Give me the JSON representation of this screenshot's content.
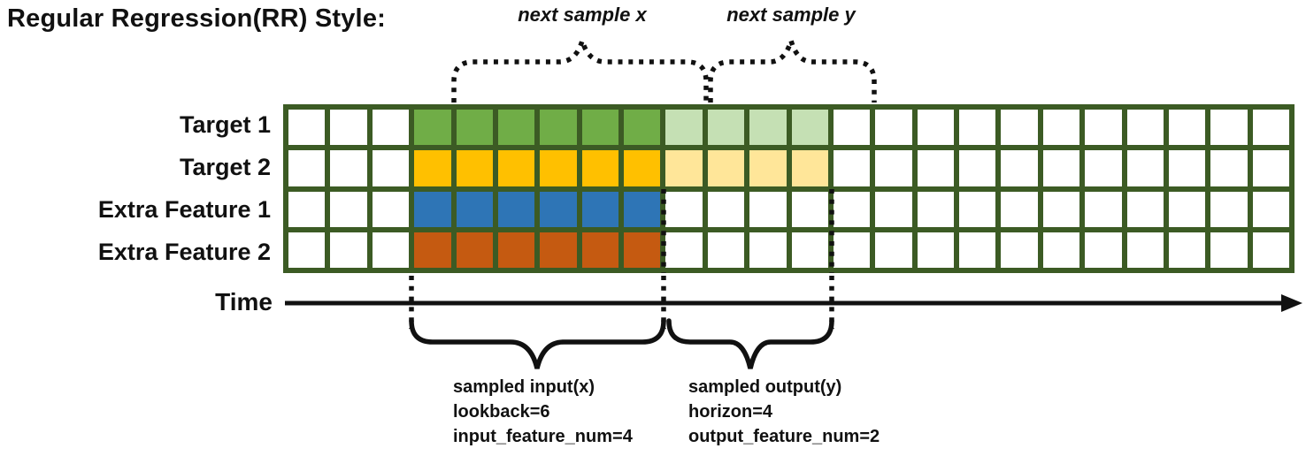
{
  "title": "Regular Regression(RR) Style:",
  "top_annotations": {
    "next_sample_x": "next sample x",
    "next_sample_y": "next sample y"
  },
  "time_axis": {
    "label": "Time"
  },
  "grid": {
    "columns": 24,
    "input_start_col": 3,
    "border_color": "#3c5b24",
    "empty_cell_color": "#ffffff",
    "rows": [
      {
        "label": "Target 1",
        "input_color": "#70ad47",
        "output_color": "#c5e0b4"
      },
      {
        "label": "Target 2",
        "input_color": "#ffc000",
        "output_color": "#ffe699"
      },
      {
        "label": "Extra Feature 1",
        "input_color": "#2e75b6",
        "output_color": "#ffffff"
      },
      {
        "label": "Extra Feature 2",
        "input_color": "#c55a11",
        "output_color": "#ffffff"
      }
    ]
  },
  "sample_info": {
    "input": {
      "title": "sampled input(x)",
      "line2": "lookback=6",
      "line3": "input_feature_num=4",
      "lookback": 6,
      "input_feature_num": 4
    },
    "output": {
      "title": "sampled output(y)",
      "line2": "horizon=4",
      "line3": "output_feature_num=2",
      "horizon": 4,
      "output_feature_num": 2
    }
  }
}
